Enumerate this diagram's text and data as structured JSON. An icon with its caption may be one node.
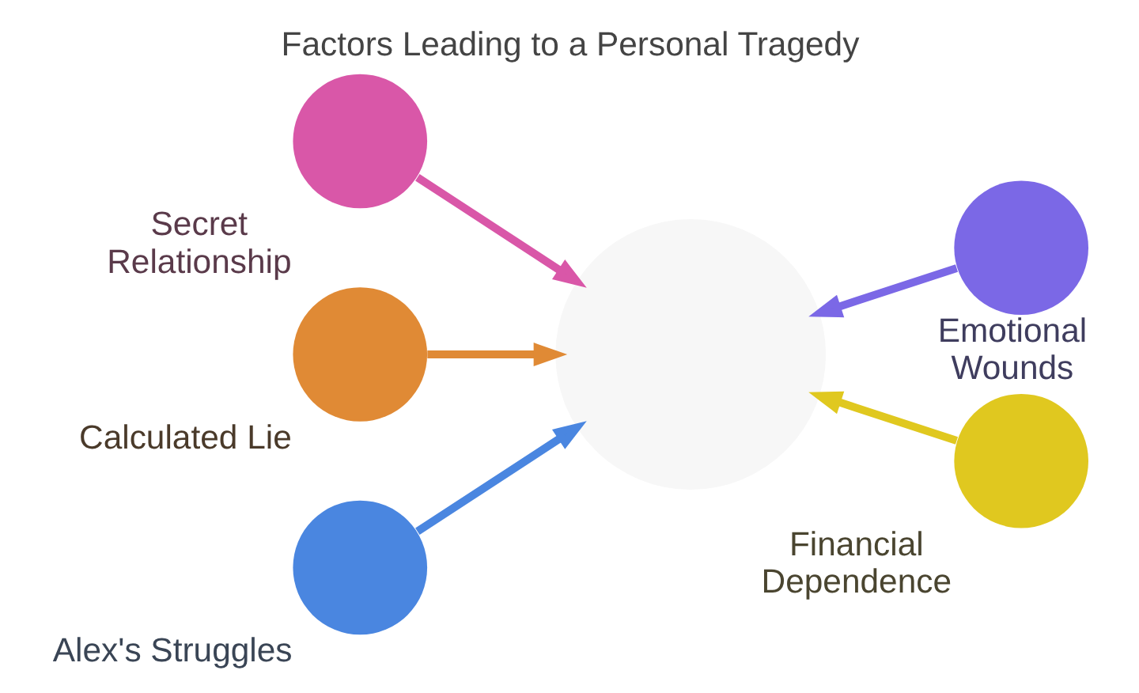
{
  "diagram": {
    "title": "Factors Leading to a Personal Tragedy",
    "nodes": [
      {
        "text": [],
        "shape": "circle",
        "beside": [
          "Secret Relationship"
        ]
      },
      {
        "text": [],
        "shape": "circle",
        "beside": [
          "Emotional Wounds"
        ]
      },
      {
        "text": [],
        "shape": "circle",
        "beside": [
          "Calculated Lie"
        ]
      },
      {
        "text": [],
        "shape": "circle"
      },
      {
        "text": [],
        "shape": "circle",
        "beside": [
          "Financial Dependence"
        ]
      },
      {
        "text": [],
        "shape": "circle",
        "beside": [
          "Alex's Struggles"
        ]
      }
    ],
    "edges": [
      {
        "from": 0,
        "to": 3,
        "arrow": "to",
        "color": "#d957a8"
      },
      {
        "from": 1,
        "to": 3,
        "arrow": "to",
        "color": "#7b68e6"
      },
      {
        "from": 2,
        "to": 3,
        "arrow": "to",
        "color": "#e08a35"
      },
      {
        "from": 4,
        "to": 3,
        "arrow": "to",
        "color": "#e0c81f"
      },
      {
        "from": 5,
        "to": 3,
        "arrow": "to",
        "color": "#4a86e0"
      }
    ]
  }
}
